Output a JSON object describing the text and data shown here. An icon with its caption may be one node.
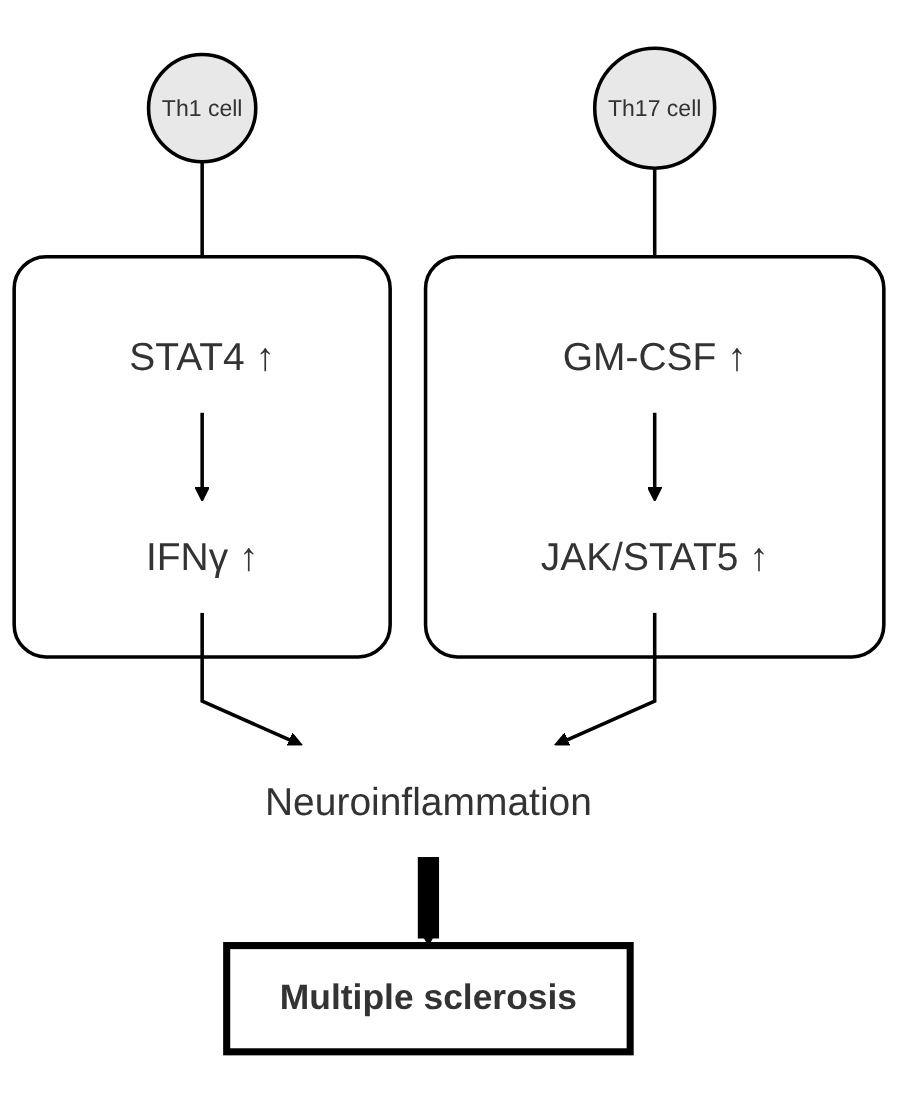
{
  "diagram": {
    "nodes": [
      {
        "text": [
          "Th1 cell"
        ]
      },
      {
        "text": [],
        "shape": "box"
      },
      {
        "text": [
          "STAT4 ↑"
        ],
        "in": 1
      },
      {
        "text": [
          "IFNγ ↑"
        ],
        "in": 1
      },
      {
        "text": [
          "Th17 cell"
        ]
      },
      {
        "text": [],
        "shape": "box"
      },
      {
        "text": [
          "GM-CSF ↑"
        ],
        "in": 5
      },
      {
        "text": [
          "JAK/STAT5 ↑"
        ],
        "in": 5
      },
      {
        "text": [
          "Neuroinflammation"
        ]
      },
      {
        "text": [
          "Multiple sclerosis"
        ]
      }
    ],
    "edges": [
      {
        "from": 0,
        "to": 1,
        "arrow": "none"
      },
      {
        "from": 4,
        "to": 5,
        "arrow": "none"
      },
      {
        "from": 2,
        "to": 3,
        "arrow": "to"
      },
      {
        "from": 6,
        "to": 7,
        "arrow": "to"
      },
      {
        "from": 3,
        "to": 8,
        "arrow": "to"
      },
      {
        "from": 7,
        "to": 8,
        "arrow": "to"
      },
      {
        "from": 8,
        "to": 9,
        "arrow": "to",
        "style": "thick"
      }
    ]
  }
}
